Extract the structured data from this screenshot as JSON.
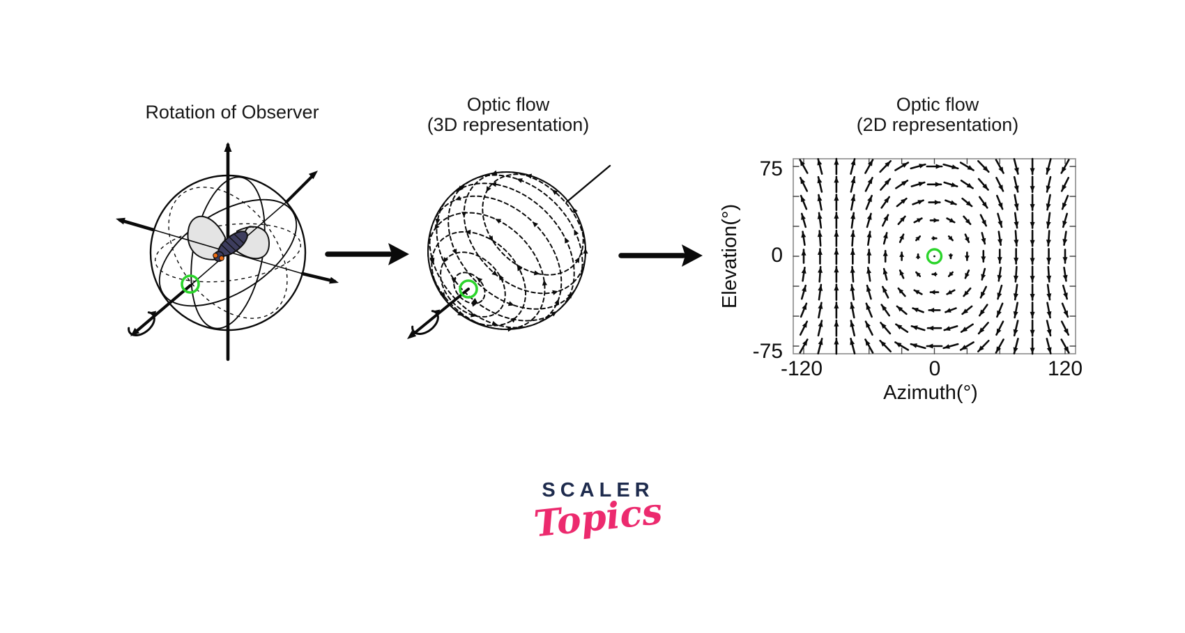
{
  "panels": {
    "rotation": {
      "title": "Rotation of Observer",
      "description": "Wireframe sphere around a fly; rotation axis runs from upper-right to lower-left with a curled rotation arrow; green circle marks where the axis pierces the sphere"
    },
    "flow3d": {
      "title_line1": "Optic flow",
      "title_line2": "(3D representation)",
      "description": "Sphere covered with dashed circular flow arrows circling the rotation axis pole (green circle, lower-left)",
      "ring_polar_angles_deg": [
        13,
        28,
        43,
        58,
        73,
        88,
        103,
        118,
        133
      ]
    },
    "flow2d": {
      "title_line1": "Optic flow",
      "title_line2": "(2D representation)"
    }
  },
  "chart_data": {
    "type": "quiver",
    "title": "Optic flow (2D representation)",
    "xlabel": "Azimuth(°)",
    "ylabel": "Elevation(°)",
    "xlim": [
      -130,
      130
    ],
    "ylim": [
      -82,
      82
    ],
    "x_tick_values": [
      -120,
      0,
      120
    ],
    "x_tick_labels": [
      "-120",
      "0",
      "120"
    ],
    "x_minor_tick_step": 30,
    "y_tick_values": [
      75,
      0,
      -75
    ],
    "y_tick_labels": [
      "75",
      "0",
      "-75"
    ],
    "y_minor_tick_step": 25,
    "grid_lines": false,
    "legend": "none",
    "grid": {
      "azimuth_deg": {
        "min": -120,
        "max": 120,
        "step": 15
      },
      "elevation_deg": {
        "min": -75,
        "max": 75,
        "step": 15
      }
    },
    "vector_field": {
      "description": "Rotational optic flow for self-rotation about the axis through azimuth 0, elevation 0; arrows circulate around the singular point at the centre (up on the left, right along the top, down on the right, left along the bottom); arrow length shrinks to zero at the pole",
      "u_azimuth_component": "sin(elevation)*cos(azimuth)",
      "w_elevation_component": "-sin(azimuth)",
      "singularity_marker": {
        "azimuth": 0,
        "elevation": 0,
        "color": "#2bd42b"
      }
    }
  },
  "logo": {
    "line1": "SCALER",
    "line2": "Topics"
  },
  "colors": {
    "ink": "#0a0a0a",
    "green": "#2bd42b",
    "fly": "#3d3d5e",
    "eye": "#ee6c12",
    "wing": "#e4e4e4",
    "plot_border": "#8a8a8a",
    "tick": "#444444",
    "logo_navy": "#1e2b4d",
    "logo_pink": "#ec2a6e"
  }
}
